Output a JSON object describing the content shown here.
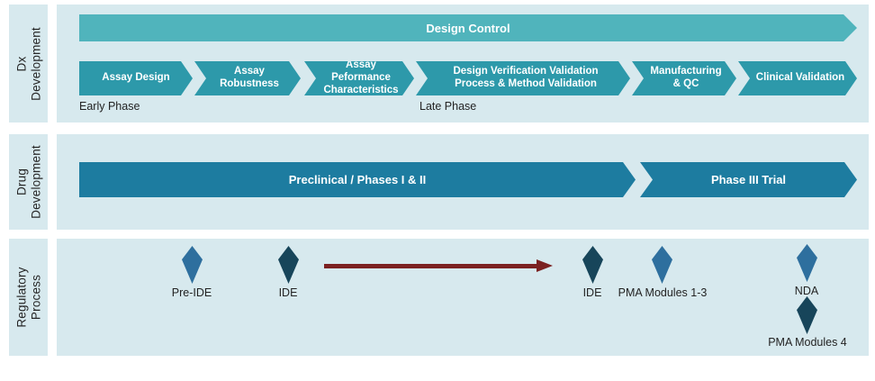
{
  "diagram": {
    "dx": {
      "label": "Dx Development",
      "design_control_label": "Design Control",
      "phases": [
        "Assay Design",
        "Assay Robustness",
        "Assay Peformance Characteristics",
        "Design Verification Validation Process & Method Validation",
        "Manufacturing & QC",
        "Clinical Validation"
      ],
      "early_phase_label": "Early Phase",
      "late_phase_label": "Late Phase"
    },
    "drug": {
      "label": "Drug\nDevelopment",
      "segments": [
        "Preclinical /  Phases I & II",
        "Phase III Trial"
      ]
    },
    "regulatory": {
      "label": "Regulatory\nProcess",
      "milestones": [
        {
          "label": "Pre-IDE",
          "shade": "medium"
        },
        {
          "label": "IDE",
          "shade": "dark"
        },
        {
          "label": "IDE",
          "shade": "dark"
        },
        {
          "label": "PMA Modules 1-3",
          "shade": "medium"
        },
        {
          "label": "NDA",
          "shade": "medium"
        },
        {
          "label": "PMA Modules 4",
          "shade": "dark"
        }
      ]
    },
    "colors": {
      "lane_background": "#d7e9ee",
      "design_control_bar": "#50b4bc",
      "dx_chevron": "#2d99aa",
      "drug_bar": "#1d7ca0",
      "diamond_medium": "#2e6f9e",
      "diamond_dark": "#17455a",
      "timeline_arrow": "#7b2121",
      "text_dark": "#232323"
    }
  }
}
